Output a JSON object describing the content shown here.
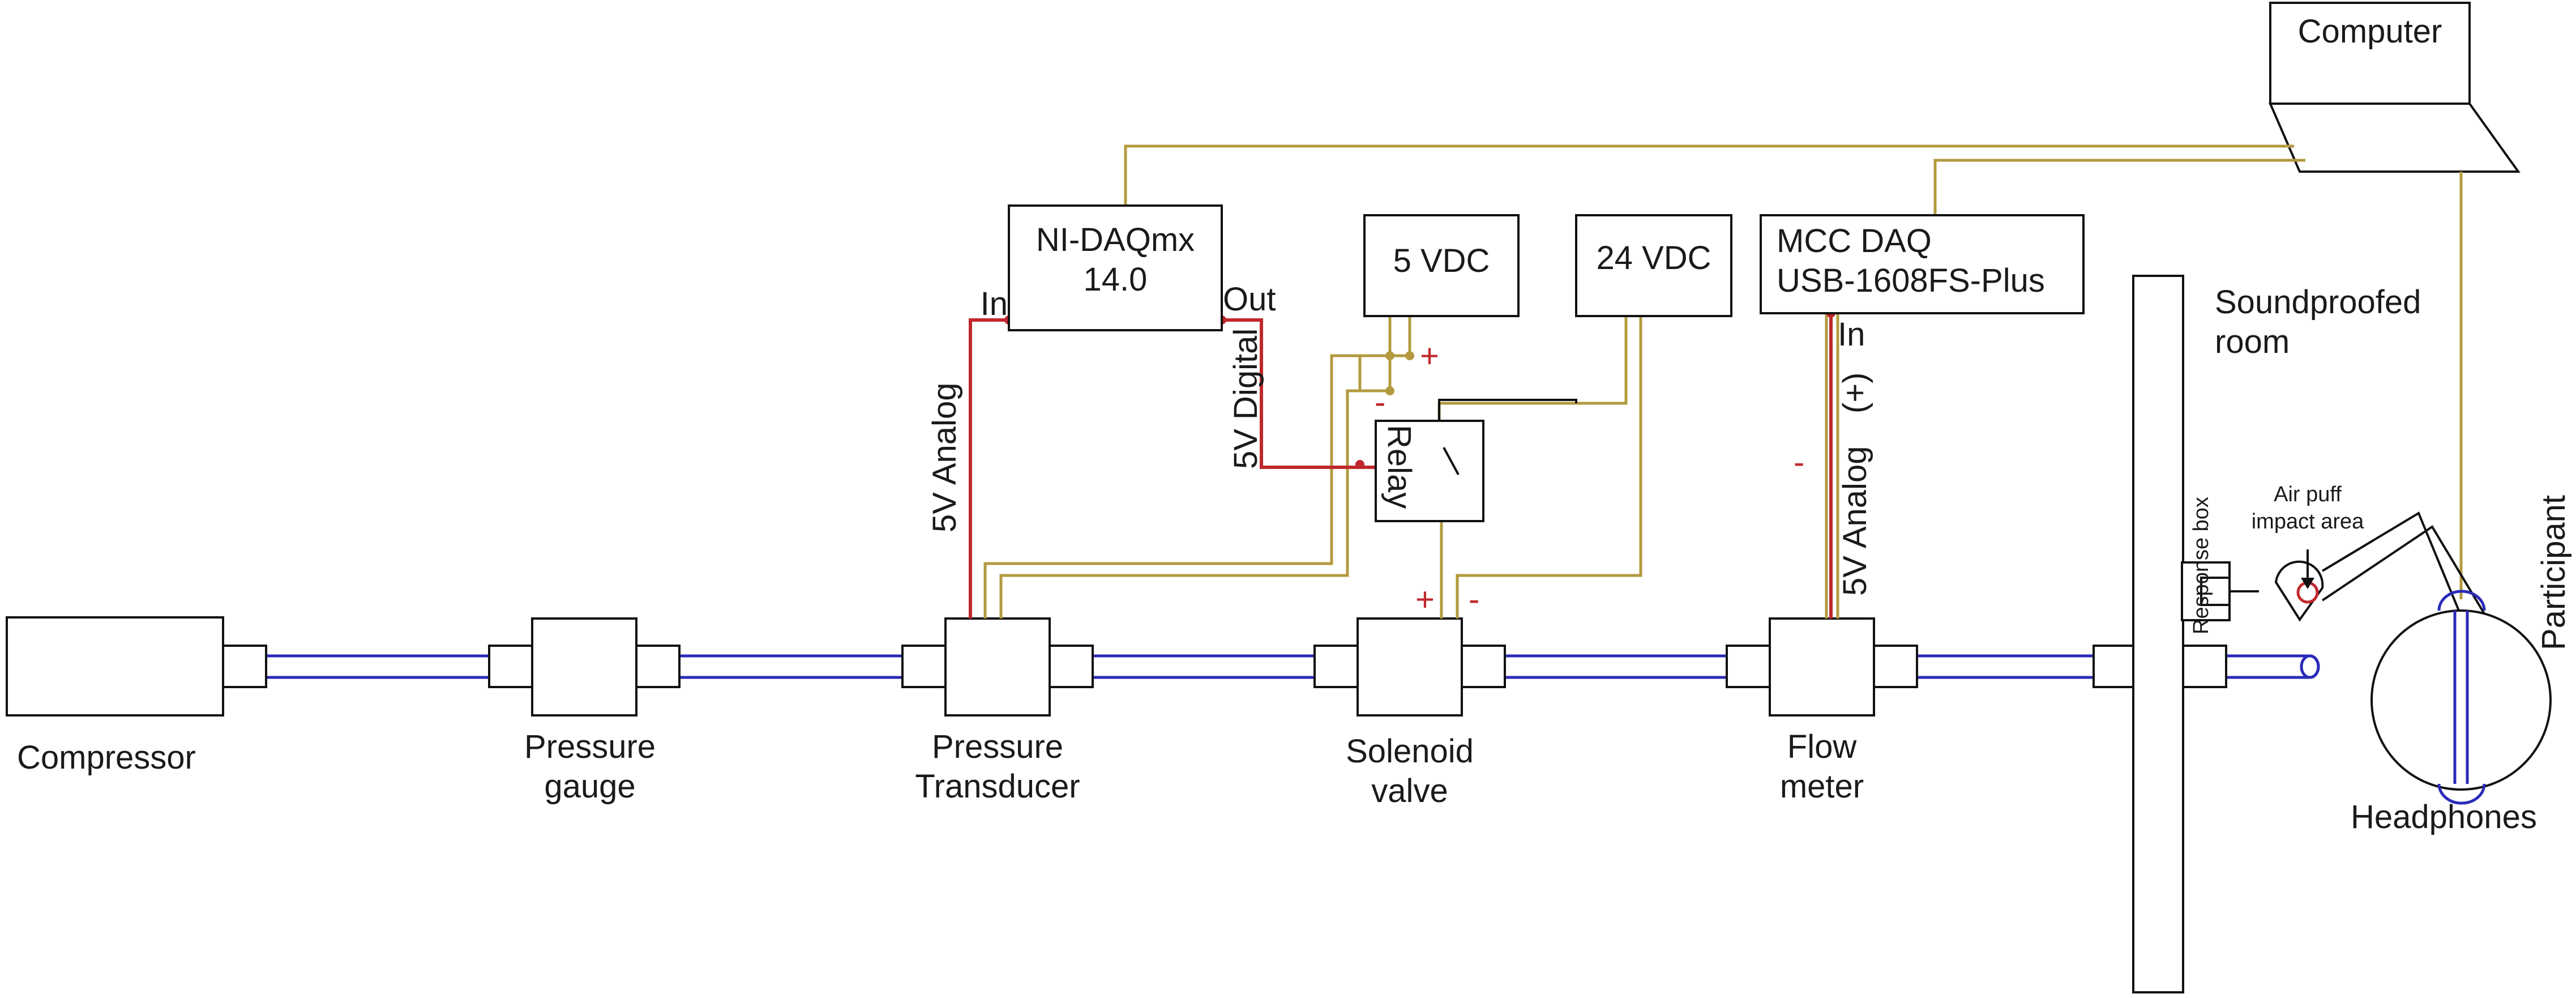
{
  "components": {
    "compressor": "Compressor",
    "pressure_gauge": [
      "Pressure",
      "gauge"
    ],
    "pressure_transducer": [
      "Pressure",
      "Transducer"
    ],
    "solenoid_valve": [
      "Solenoid",
      "valve"
    ],
    "flow_meter": [
      "Flow",
      "meter"
    ],
    "computer": "Computer",
    "ni_daq": [
      "NI-DAQmx",
      "14.0"
    ],
    "mcc_daq": [
      "MCC DAQ",
      "USB-1608FS-Plus"
    ],
    "supply_5v": "5 VDC",
    "supply_24v": "24 VDC",
    "relay": "Relay",
    "soundproofed_room": [
      "Soundproofed",
      "room"
    ],
    "response_box": "Response box",
    "air_puff": [
      "Air puff",
      "impact area"
    ],
    "participant": "Participant",
    "headphones": "Headphones"
  },
  "signals": {
    "ni_in": "In",
    "ni_out": "Out",
    "analog_5v": "5V Analog",
    "digital_5v": "5V Digital",
    "mcc_in": "In",
    "mcc_analog": "5V Analog",
    "plus_paren": "(+)",
    "plus": "+",
    "minus": "-"
  },
  "colors": {
    "pipe": "#2a2ab8",
    "wire_power": "#b39a3e",
    "wire_signal": "#c0282d"
  }
}
